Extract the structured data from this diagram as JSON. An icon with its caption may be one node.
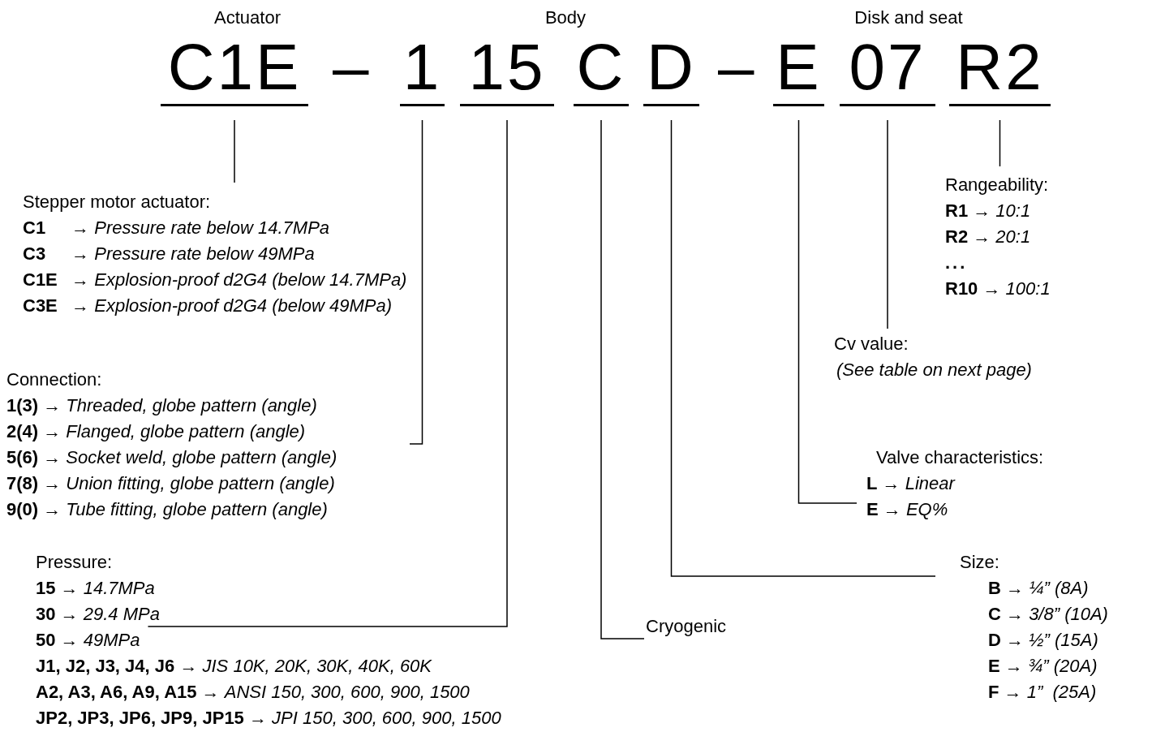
{
  "diagram": {
    "nodes": [
      {
        "text": [
          "C1E"
        ]
      },
      {
        "text": [
          "1"
        ]
      },
      {
        "text": [
          "15"
        ]
      },
      {
        "text": [
          "C"
        ]
      },
      {
        "text": [
          "D"
        ]
      },
      {
        "text": [
          "E"
        ]
      },
      {
        "text": [
          "07"
        ]
      },
      {
        "text": [
          "R2"
        ]
      },
      {
        "text": [
          "Stepper motor actuator:",
          "**C1** → *Pressure rate below 14.7MPa*",
          "**C3** → *Pressure rate below 49MPa*",
          "**C1E** → *Explosion-proof d2G4 (below 14.7MPa)*",
          "**C3E** → *Explosion-proof d2G4 (below 49MPa)*"
        ]
      },
      {
        "text": [
          "Connection:",
          "**1(3)** → *Threaded, globe pattern (angle)*",
          "**2(4)** → *Flanged, globe pattern (angle)*",
          "**5(6)** → *Socket weld, globe pattern (angle)*",
          "**7(8)** → *Union fitting, globe pattern (angle)*",
          "**9(0)** → *Tube fitting, globe pattern (angle)*"
        ]
      },
      {
        "text": [
          "Pressure:",
          "**15** → *14.7MPa*",
          "**30** → *29.4 MPa*",
          "**50** → *49MPa*",
          "**J1, J2, J3, J4, J6** → *JIS 10K, 20K, 30K, 40K, 60K*",
          "**A2, A3, A6, A9, A15** → *ANSI 150, 300, 600, 900, 1500*",
          "**JP2, JP3, JP6, JP9, JP15** → *JPI 150, 300, 600, 900, 1500*"
        ]
      },
      {
        "text": [
          "Cryogenic"
        ]
      },
      {
        "text": [
          "Size:",
          "**B** → *¼” (8A)*",
          "**C** → *3/8” (10A)*",
          "**D** → *½” (15A)*",
          "**E** → *¾” (20A)*",
          "**F** → *1”  (25A)*"
        ]
      },
      {
        "text": [
          "Valve characteristics:",
          "**L** → *Linear*",
          "**E** → *EQ%*"
        ]
      },
      {
        "text": [
          "Cv value:",
          "(See table on next page)"
        ]
      },
      {
        "text": [
          "Rangeability:",
          "**R1** → *10:1*",
          "**R2** → *20:1*",
          "**...**",
          "**R10** → *100:1*"
        ]
      }
    ],
    "edges": [
      {
        "from": 0,
        "to": 8,
        "arrow": "none"
      },
      {
        "from": 1,
        "to": 9,
        "arrow": "none"
      },
      {
        "from": 2,
        "to": 10,
        "arrow": "none"
      },
      {
        "from": 3,
        "to": 11,
        "arrow": "none"
      },
      {
        "from": 4,
        "to": 12,
        "arrow": "none"
      },
      {
        "from": 5,
        "to": 13,
        "arrow": "none"
      },
      {
        "from": 6,
        "to": 14,
        "arrow": "none"
      },
      {
        "from": 7,
        "to": 15,
        "arrow": "none"
      }
    ],
    "labels": [
      "Actuator",
      "Body",
      "Disk and seat",
      "–",
      "–"
    ]
  }
}
